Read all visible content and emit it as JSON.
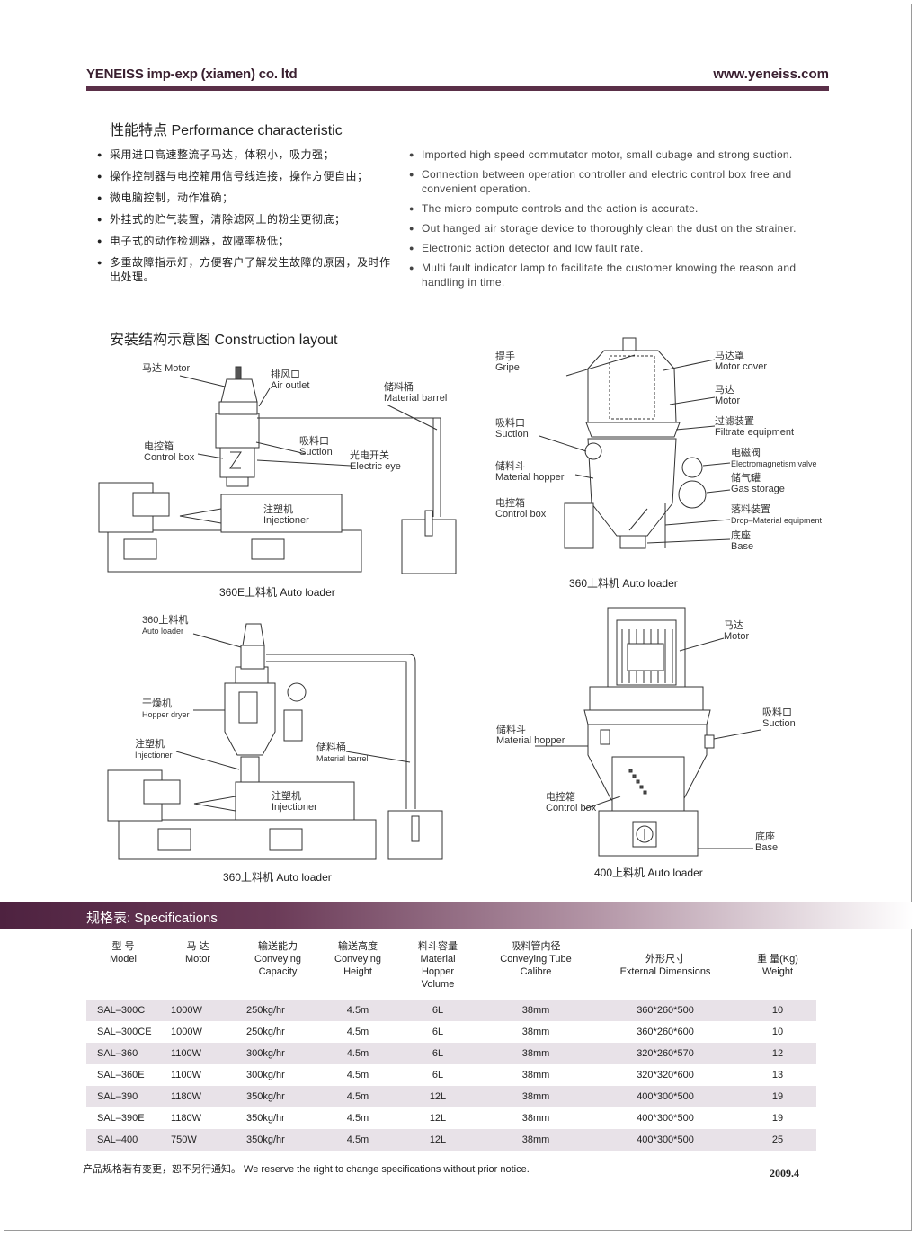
{
  "header": {
    "company": "YENEISS imp-exp (xiamen) co. ltd",
    "website": "www.yeneiss.com"
  },
  "performance": {
    "title": "性能特点 Performance characteristic",
    "cn": [
      "采用进口高速整流子马达，体积小，吸力强；",
      "操作控制器与电控箱用信号线连接，操作方便自由；",
      "微电脑控制，动作准确；",
      "外挂式的贮气装置，清除滤网上的粉尘更彻底；",
      "电子式的动作检测器，故障率极低；",
      "多重故障指示灯，方便客户了解发生故障的原因，及时作出处理。"
    ],
    "en": [
      "Imported high speed commutator motor, small cubage and strong suction.",
      "Connection between operation controller and electric control box free and convenient operation.",
      "The micro compute controls and the action is accurate.",
      "Out hanged air storage device to thoroughly clean the dust on the strainer.",
      "Electronic action detector and low fault rate.",
      "Multi fault indicator lamp to facilitate the customer knowing the reason and handling in time."
    ]
  },
  "construction": {
    "title": "安装结构示意图 Construction layout",
    "d1": {
      "caption": "360E上料机  Auto loader",
      "motor_cn": "马达",
      "motor_en": "Motor",
      "air_cn": "排风口",
      "air_en": "Air outlet",
      "barrel_cn": "储料桶",
      "barrel_en": "Material barrel",
      "suction_cn": "吸料口",
      "suction_en": "Suction",
      "control_cn": "电控箱",
      "control_en": "Control box",
      "eye_cn": "光电开关",
      "eye_en": "Electric eye",
      "inj_cn": "注塑机",
      "inj_en": "Injectioner"
    },
    "d2": {
      "caption": "360上料机  Auto loader",
      "gripe_cn": "提手",
      "gripe_en": "Gripe",
      "cover_cn": "马达罩",
      "cover_en": "Motor cover",
      "motor_cn": "马达",
      "motor_en": "Motor",
      "filter_cn": "过滤装置",
      "filter_en": "Filtrate equipment",
      "suction_cn": "吸料口",
      "suction_en": "Suction",
      "valve_cn": "电磁阀",
      "valve_en": "Electromagnetism valve",
      "hopper_cn": "储料斗",
      "hopper_en": "Material hopper",
      "gas_cn": "储气罐",
      "gas_en": "Gas storage",
      "control_cn": "电控箱",
      "control_en": "Control box",
      "drop_cn": "落料装置",
      "drop_en": "Drop–Material equipment",
      "base_cn": "底座",
      "base_en": "Base"
    },
    "d3": {
      "caption": "360上料机  Auto loader",
      "loader_cn": "360上料机",
      "loader_en": "Auto loader",
      "dryer_cn": "干燥机",
      "dryer_en": "Hopper dryer",
      "inj_cn": "注塑机",
      "inj_en": "Injectioner",
      "barrel_cn": "储料桶",
      "barrel_en": "Material barrel",
      "inj2_cn": "注塑机",
      "inj2_en": "Injectioner"
    },
    "d4": {
      "caption": "400上料机  Auto loader",
      "motor_cn": "马达",
      "motor_en": "Motor",
      "suction_cn": "吸料口",
      "suction_en": "Suction",
      "hopper_cn": "储料斗",
      "hopper_en": "Material hopper",
      "control_cn": "电控箱",
      "control_en": "Control box",
      "base_cn": "底座",
      "base_en": "Base"
    }
  },
  "specs": {
    "title": "规格表: Specifications",
    "headers": [
      {
        "cn": "型 号",
        "en": "Model"
      },
      {
        "cn": "马 达",
        "en": "Motor"
      },
      {
        "cn": "输送能力",
        "en": "Conveying Capacity"
      },
      {
        "cn": "输送高度",
        "en": "Conveying Height"
      },
      {
        "cn": "料斗容量",
        "en": "Material Hopper Volume"
      },
      {
        "cn": "吸料管内径",
        "en": "Conveying Tube Calibre"
      },
      {
        "cn": "外形尺寸",
        "en": "External Dimensions"
      },
      {
        "cn": "重 量(Kg)",
        "en": "Weight"
      }
    ],
    "rows": [
      [
        "SAL–300C",
        "1000W",
        "250kg/hr",
        "4.5m",
        "6L",
        "38mm",
        "360*260*500",
        "10"
      ],
      [
        "SAL–300CE",
        "1000W",
        "250kg/hr",
        "4.5m",
        "6L",
        "38mm",
        "360*260*600",
        "10"
      ],
      [
        "SAL–360",
        "1100W",
        "300kg/hr",
        "4.5m",
        "6L",
        "38mm",
        "320*260*570",
        "12"
      ],
      [
        "SAL–360E",
        "1100W",
        "300kg/hr",
        "4.5m",
        "6L",
        "38mm",
        "320*320*600",
        "13"
      ],
      [
        "SAL–390",
        "1180W",
        "350kg/hr",
        "4.5m",
        "12L",
        "38mm",
        "400*300*500",
        "19"
      ],
      [
        "SAL–390E",
        "1180W",
        "350kg/hr",
        "4.5m",
        "12L",
        "38mm",
        "400*300*500",
        "19"
      ],
      [
        "SAL–400",
        "750W",
        "350kg/hr",
        "4.5m",
        "12L",
        "38mm",
        "400*300*500",
        "25"
      ]
    ]
  },
  "footer": {
    "note": "产品规格若有变更，恕不另行通知。 We reserve the right to change specifications without prior notice.",
    "year": "2009.4"
  }
}
